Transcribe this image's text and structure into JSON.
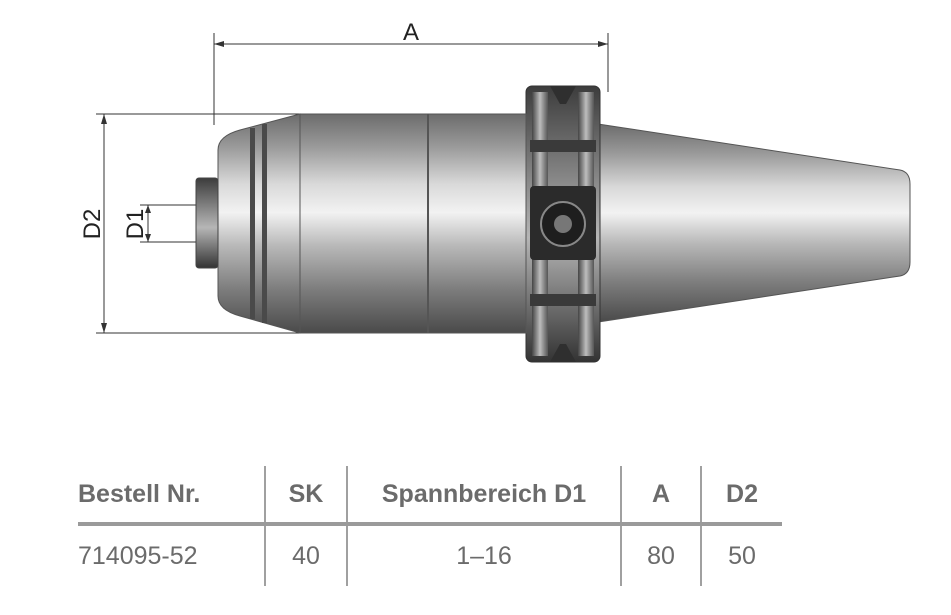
{
  "dimensions": {
    "a_label": "A",
    "d1_label": "D1",
    "d2_label": "D2"
  },
  "table": {
    "headers": {
      "order_no": "Bestell Nr.",
      "sk": "SK",
      "clamping_range": "Spannbereich D1",
      "a": "A",
      "d2": "D2"
    },
    "rows": [
      {
        "order_no": "714095-52",
        "sk": "40",
        "clamping_range": "1–16",
        "a": "80",
        "d2": "50"
      }
    ]
  }
}
